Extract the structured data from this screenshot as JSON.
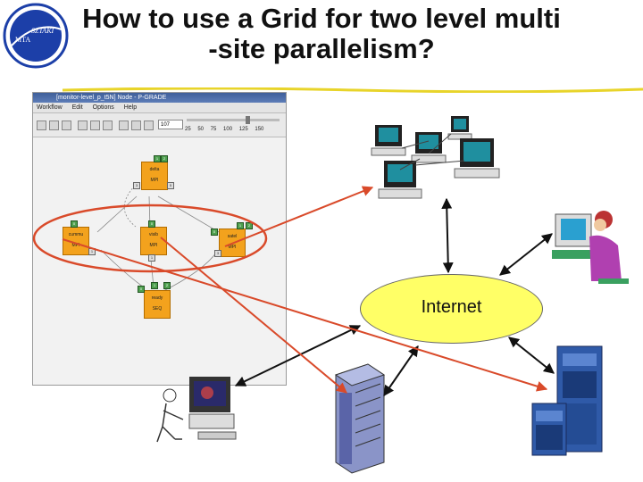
{
  "slide": {
    "title_line1": "How to use a Grid for two level multi",
    "title_line2": "-site parallelism?",
    "logo_text_left": "MTA",
    "logo_text_right": "SZTAKI"
  },
  "app_window": {
    "title": "[monitor-level_p_t5N] Node - P-GRADE",
    "menu": [
      "Workflow",
      "Edit",
      "Options",
      "Help"
    ],
    "zoom_value": "107",
    "zoom_ticks": "25 50 75 100 125 150"
  },
  "workflow": {
    "nodes": [
      {
        "name": "delta",
        "type": "MPI"
      },
      {
        "name": "cummu",
        "type": "MPI"
      },
      {
        "name": "satel",
        "type": "MPI"
      },
      {
        "name": "visib",
        "type": "MPI"
      },
      {
        "name": "ready",
        "type": "SEQ"
      }
    ]
  },
  "network": {
    "internet_label": "Internet"
  },
  "colors": {
    "arrow_red": "#d94a2a",
    "arrow_black": "#111111",
    "internet_fill": "#ffff66",
    "node_orange": "#f3a21d",
    "logo_blue": "#1c3fa8"
  }
}
